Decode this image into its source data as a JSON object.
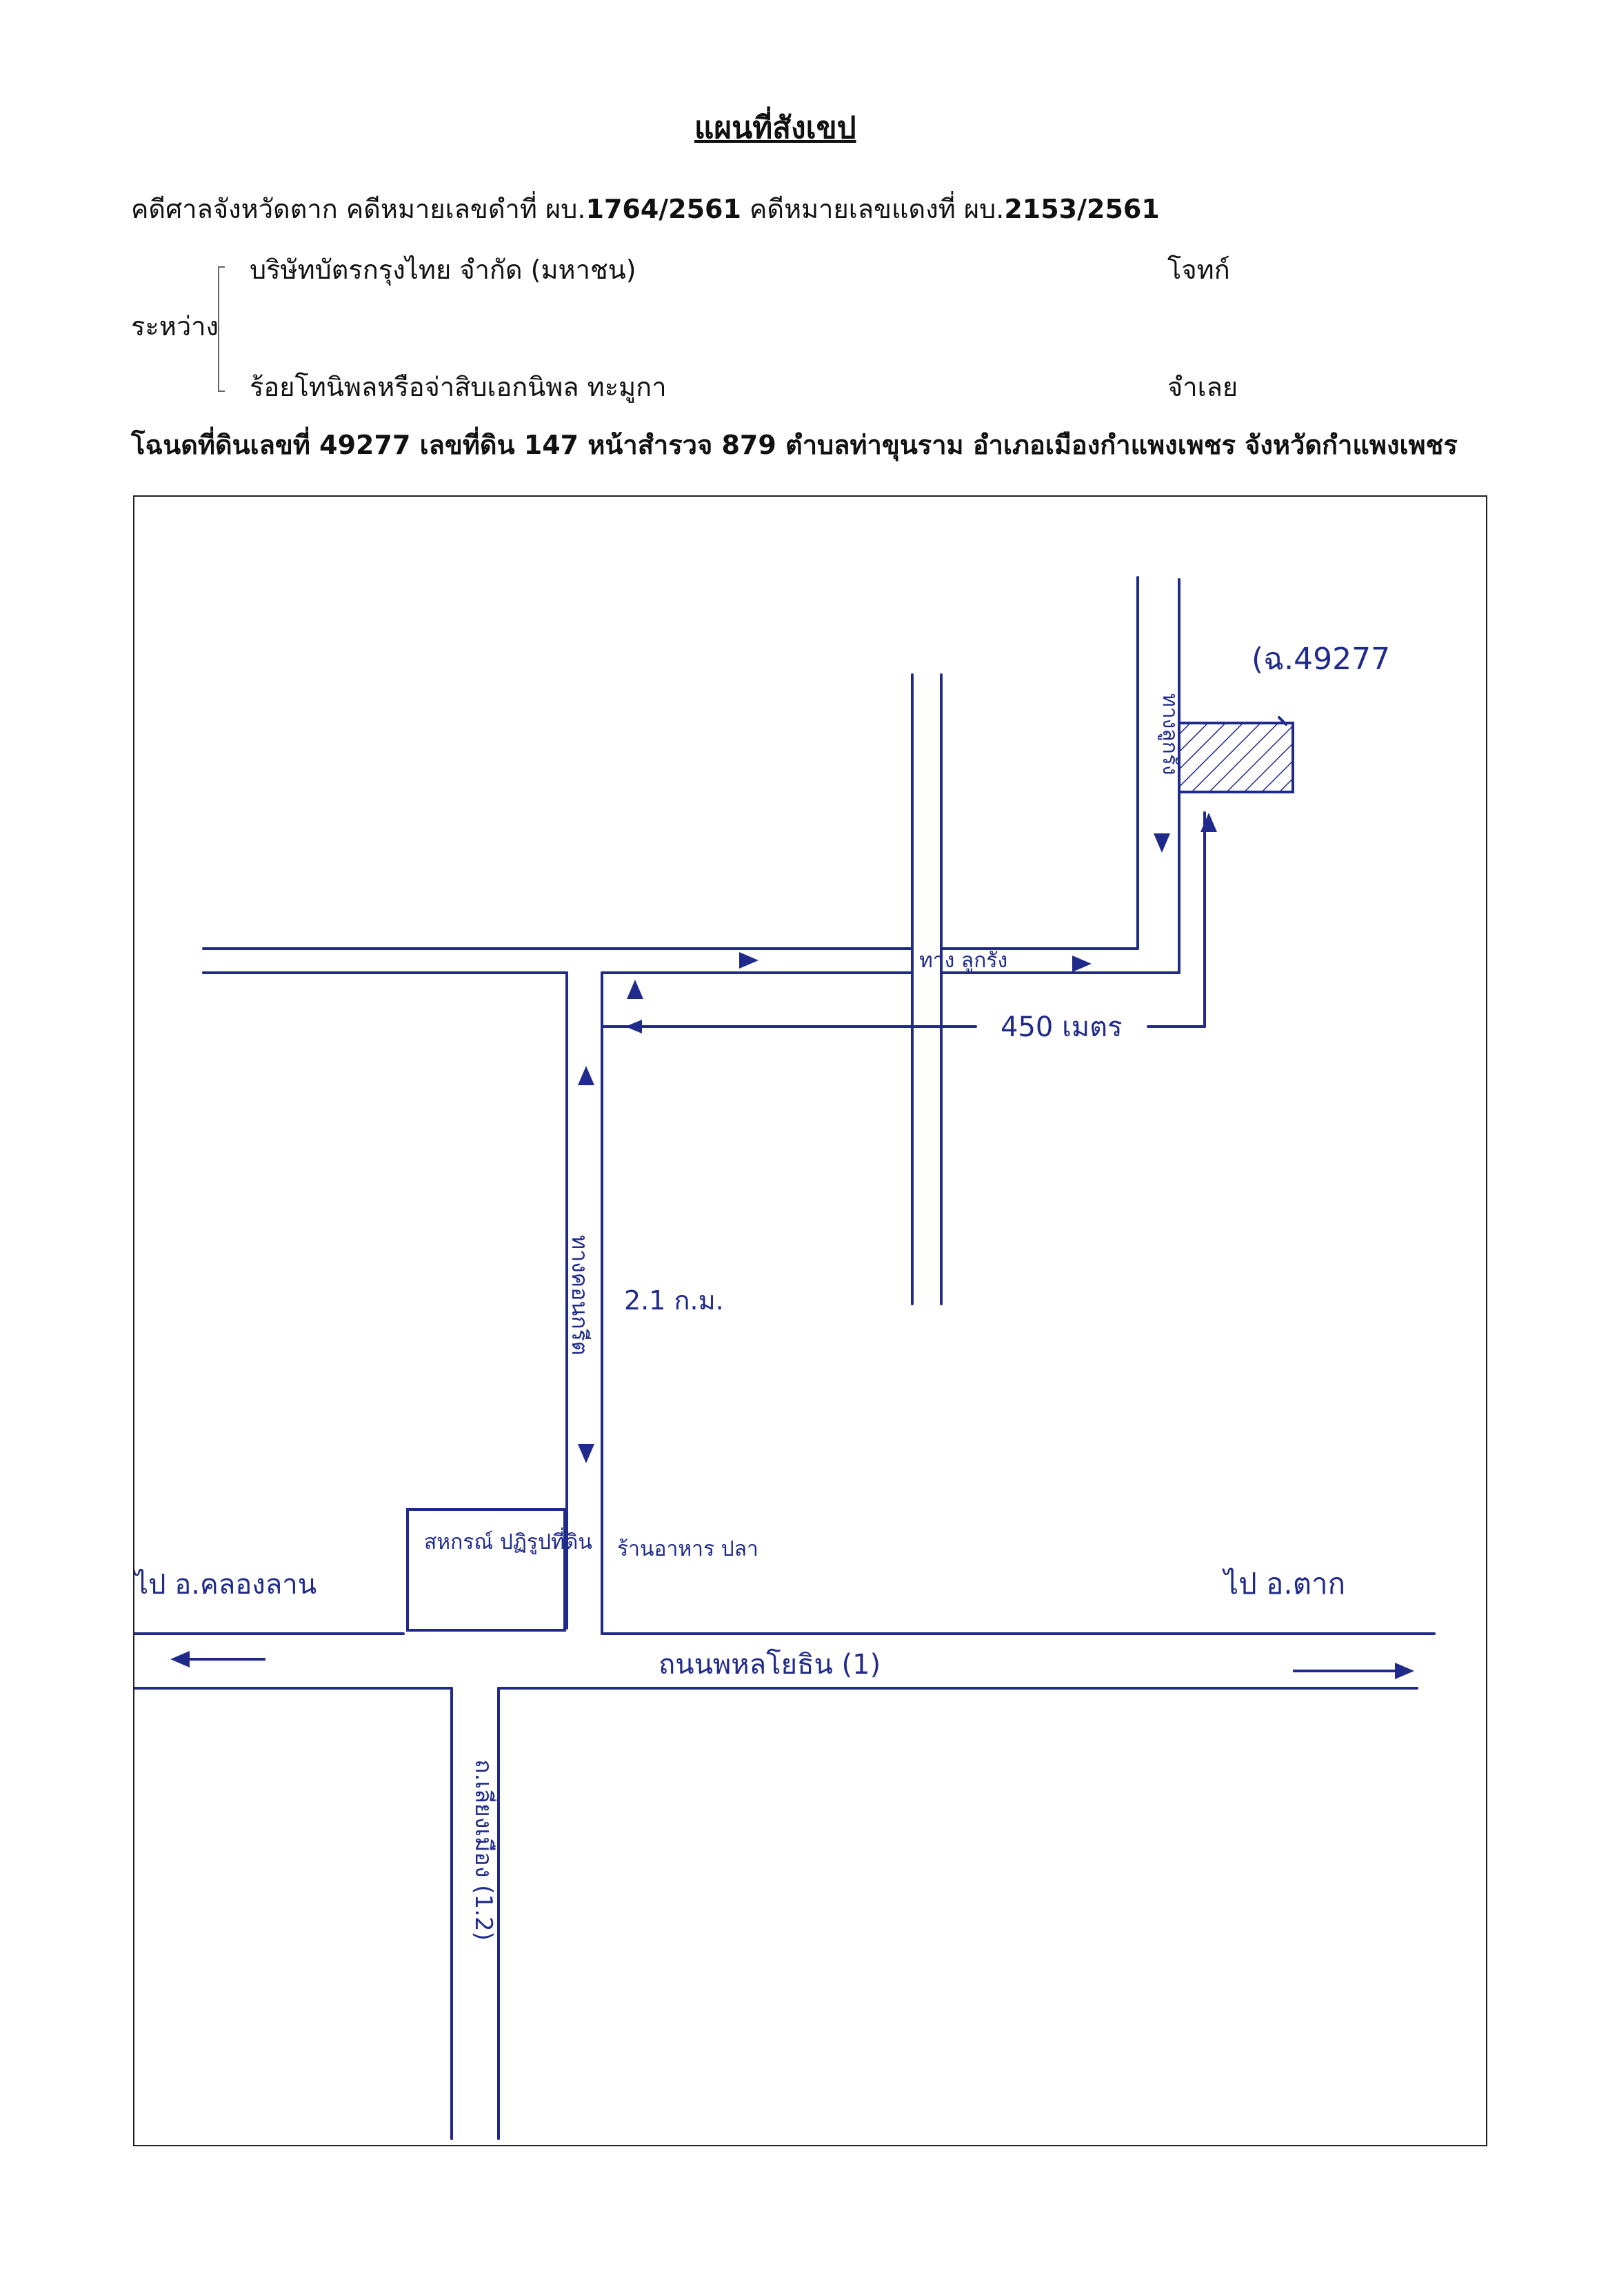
{
  "header": {
    "title": "แผนที่สังเขป",
    "case_prefix": "คดีศาลจังหวัดตาก  คดีหมายเลขดำที่  ผบ.",
    "black_case_no": "1764/2561",
    "red_case_label": "  คดีหมายเลขแดงที่  ผบ.",
    "red_case_no": "2153/2561",
    "plaintiff_name": "บริษัทบัตรกรุงไทย จำกัด (มหาชน)",
    "plaintiff_role": "โจทก์",
    "between_label": "ระหว่าง",
    "defendant_name": "ร้อยโทนิพลหรือจ่าสิบเอกนิพล  ทะมูกา",
    "defendant_role": "จำเลย",
    "deed_line": "โฉนดที่ดินเลขที่ 49277  เลขที่ดิน 147 หน้าสำรวจ 879   ตำบลท่าขุนราม  อำเภอเมืองกำแพงเพชร จังหวัดกำแพงเพชร"
  },
  "map": {
    "ink_color": "#1f2a8a",
    "labels": {
      "deed_callout": "(ฉ.49277",
      "soi_upper": "ทางลูกรัง",
      "soi_horizontal": "ทาง ลูกรัง",
      "distance": "450 เมตร",
      "road_vertical": "ทางคอนกรีต",
      "distance_km": "2.1 ก.ม.",
      "office": "สหกรณ์ ปฏิรูปที่ดิน",
      "shop": "ร้านอาหาร ปลา",
      "to_west": "ไป อ.คลองลาน",
      "to_east": "ไป อ.ตาก",
      "main_road": "ถนนพหลโยธิน (1)",
      "south_road": "ถ.เลี่ยงเมือง (1.2)"
    }
  }
}
